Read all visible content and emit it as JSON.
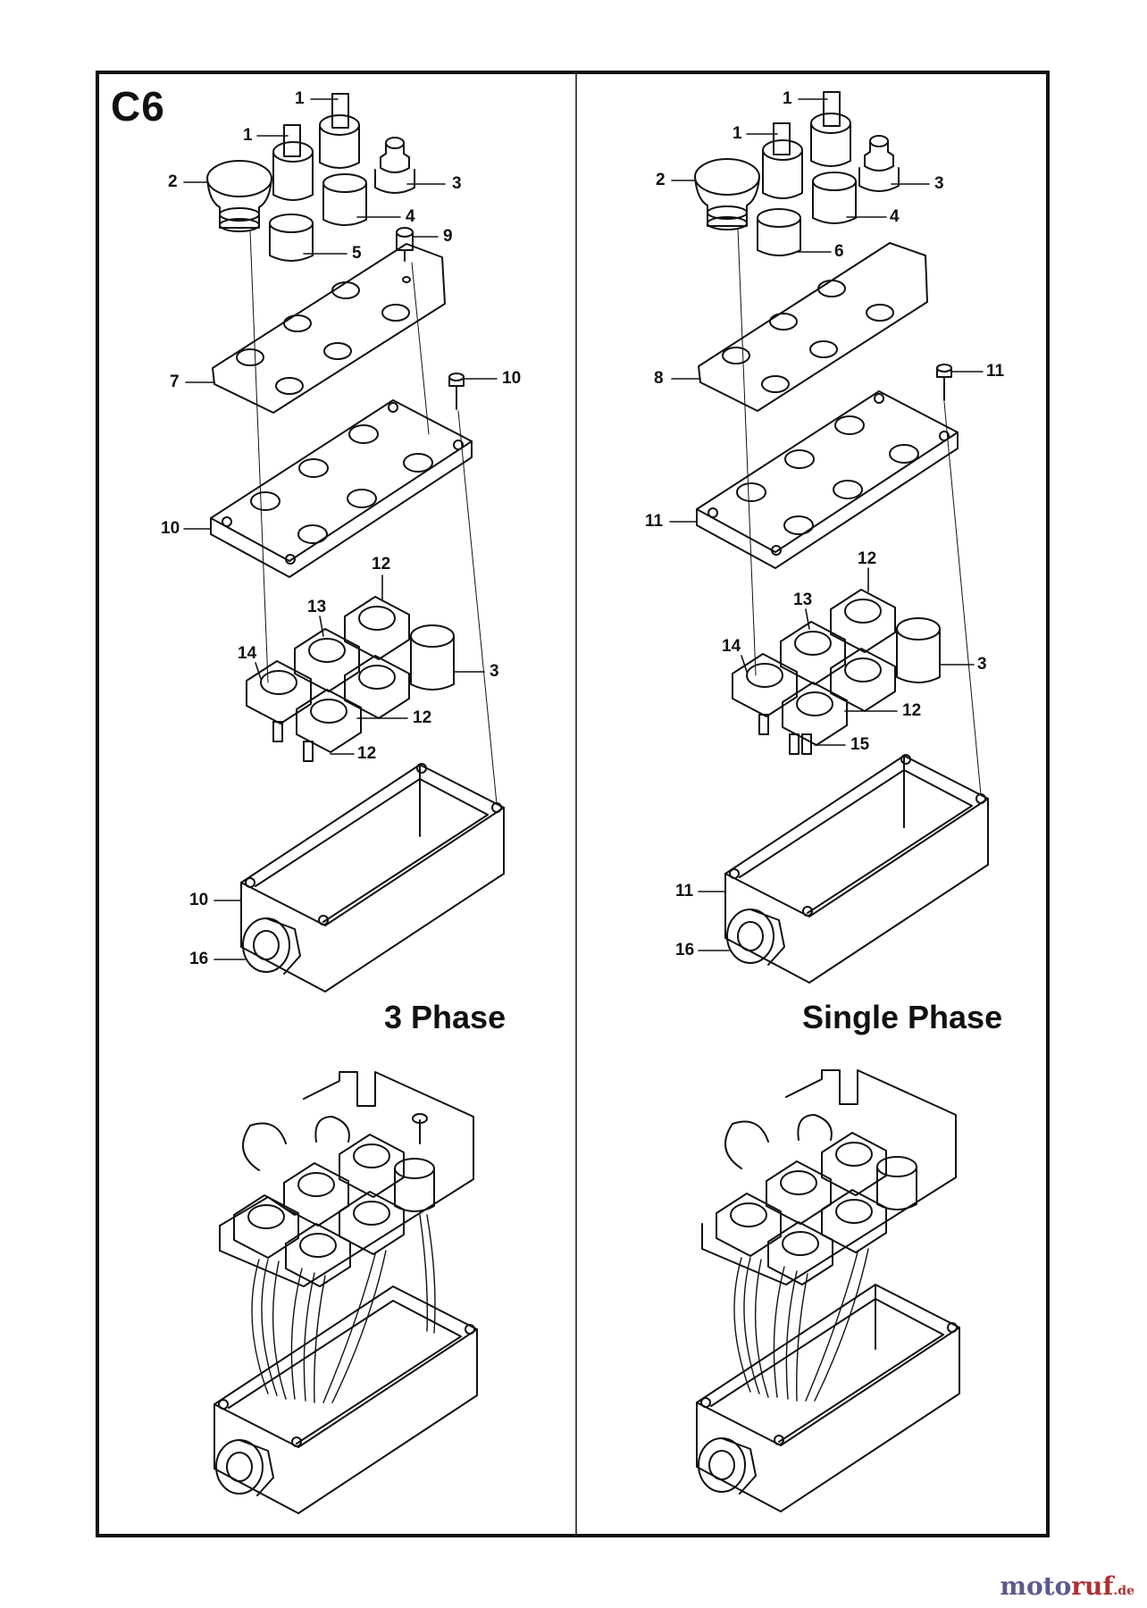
{
  "page_code": "C6",
  "sections": [
    {
      "title": "3 Phase",
      "callouts": [
        "1",
        "1",
        "2",
        "3",
        "4",
        "5",
        "9",
        "7",
        "10",
        "10",
        "12",
        "13",
        "14",
        "3",
        "12",
        "12",
        "10",
        "16"
      ]
    },
    {
      "title": "Single Phase",
      "callouts": [
        "1",
        "1",
        "2",
        "3",
        "4",
        "6",
        "8",
        "11",
        "11",
        "12",
        "13",
        "14",
        "3",
        "12",
        "15",
        "11",
        "16"
      ]
    }
  ],
  "watermark": {
    "name": "moto",
    "accent": "ruf",
    "tld": ".de"
  },
  "colors": {
    "ink": "#111111",
    "brand": "#5a5a8c",
    "brand_accent": "#b03030"
  }
}
